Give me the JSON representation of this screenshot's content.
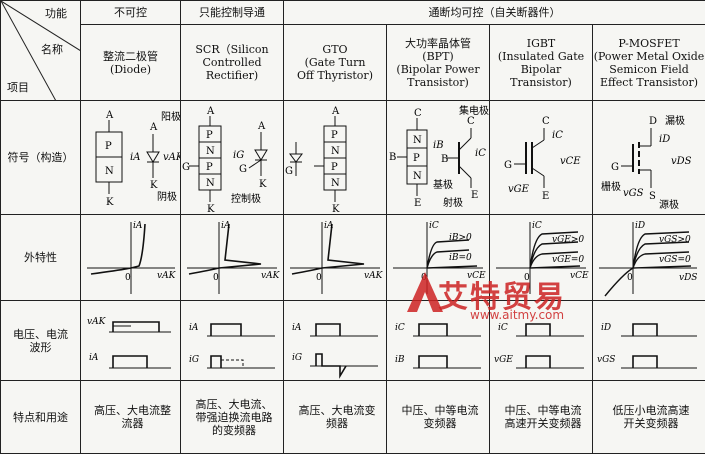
{
  "corner": {
    "function_label": "功能",
    "name_label": "名称",
    "item_label": "项目"
  },
  "groups": {
    "uncontrolled": "不可控",
    "turn_on_only": "只能控制导通",
    "full_control": "通断均可控（自关断器件）"
  },
  "devices": [
    {
      "name": "整流二极管",
      "full": "(Diode)"
    },
    {
      "name": "SCR（Silicon",
      "full": "Controlled",
      "full2": "Rectifier)"
    },
    {
      "name": "GTO",
      "full": "(Gate Turn",
      "full2": "Off Thyristor)"
    },
    {
      "name": "大功率晶体管",
      "full": "(BPT)",
      "full2": "(Bipolar Power",
      "full3": "Transistor)"
    },
    {
      "name": "IGBT",
      "full": "(Insulated Gate",
      "full2": "Bipolar Transistor)"
    },
    {
      "name": "P-MOSFET",
      "full": "(Power Metal Oxide",
      "full2": "Semicon Field",
      "full3": "Effect Transistor)"
    }
  ],
  "rows": {
    "symbol": "符号（构造）",
    "characteristic": "外特性",
    "waveform_line1": "电压、电流",
    "waveform_line2": "波形",
    "usage": "特点和用途"
  },
  "symbol_labels": {
    "A": "A",
    "K": "K",
    "P": "P",
    "N": "N",
    "G": "G",
    "C": "C",
    "E": "E",
    "B": "B",
    "D": "D",
    "S": "S",
    "anode": "阳极",
    "cathode": "阴极",
    "control": "控制极",
    "collector": "集电极",
    "base": "基极",
    "emitter": "射极",
    "drain": "漏极",
    "gate": "栅极",
    "source": "源极",
    "iA": "iA",
    "iG": "iG",
    "iB": "iB",
    "iC": "iC",
    "iD": "iD",
    "vAK": "vAK",
    "vCE": "vCE",
    "vGE": "vGE",
    "vGS": "vGS",
    "vDS": "vDS"
  },
  "char_labels": {
    "zero": "0",
    "iB0": "iB>0",
    "iB_eq0": "iB=0",
    "vGE0": "vGE>0",
    "vGE_eq0": "vGE=0",
    "vGS0": "vGS>0",
    "vGS_eq0": "vGS=0"
  },
  "usage": [
    [
      "高压、大电流整",
      "流器"
    ],
    [
      "高压、大电流、",
      "带强迫换流电路",
      "的变频器"
    ],
    [
      "高压、大电流变",
      "频器"
    ],
    [
      "中压、中等电流",
      "变频器"
    ],
    [
      "中压、中等电流",
      "高速开关变频器"
    ],
    [
      "低压小电流高速",
      "开关变频器"
    ]
  ],
  "watermark": {
    "text": "艾特贸易",
    "url": "www.aitmy.com"
  }
}
